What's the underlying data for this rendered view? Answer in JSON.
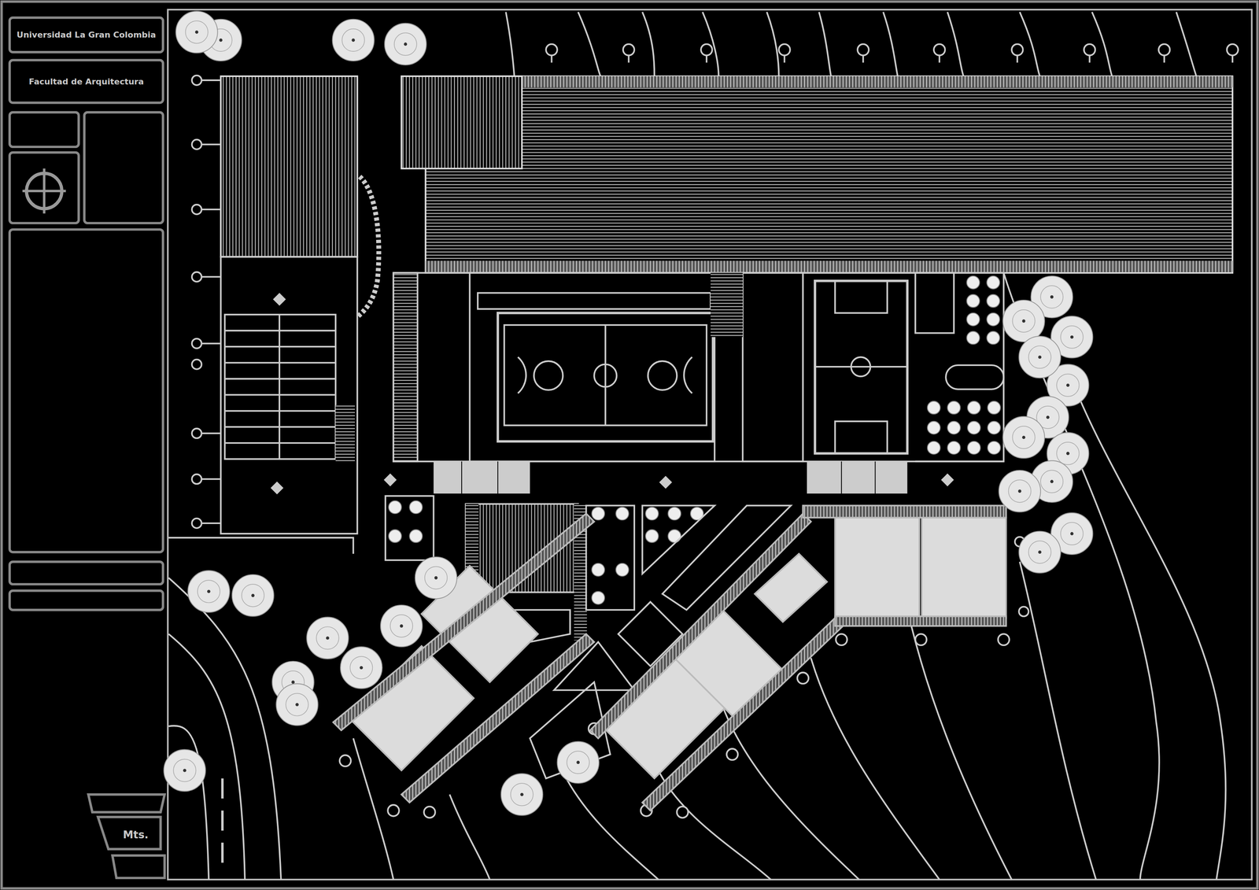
{
  "diagram": {
    "nodes": [
      {
        "text": [
          "Universidad La Gran Colombia"
        ]
      },
      {
        "text": [
          "Facultad de Arquitectura"
        ]
      },
      {
        "text": [
          "Mts."
        ]
      }
    ]
  }
}
